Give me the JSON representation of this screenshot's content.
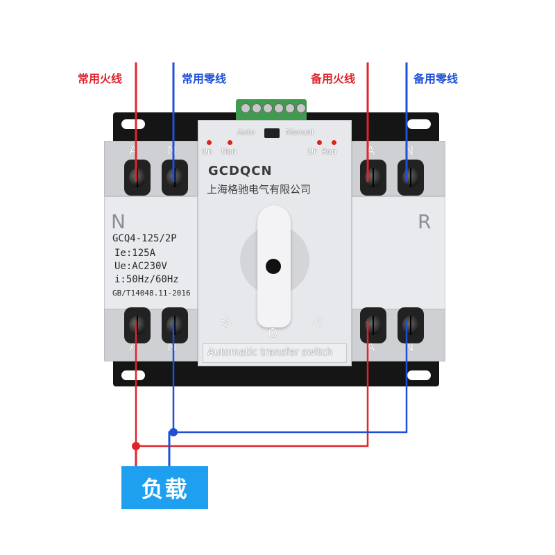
{
  "labels": {
    "main_live": "常用火线",
    "main_neutral": "常用零线",
    "backup_live": "备用火线",
    "backup_neutral": "备用零线",
    "load": "负载"
  },
  "device": {
    "brand": "GCDQCN",
    "company": "上海格驰电气有限公司",
    "side_n": "N",
    "side_r": "R",
    "spec_model": "GCQ4-125/2P",
    "spec_current": "Ie:125A",
    "spec_voltage": "Ue:AC230V",
    "spec_freq": "i:50Hz/60Hz",
    "spec_std": "GB/T14048.11-2016",
    "switch_auto": "Auto",
    "switch_manual": "Manual",
    "led_un": "Un",
    "led_non": "Non",
    "led_ur": "Ur",
    "led_ron": "Ron",
    "pos_n": "N",
    "pos_o": "O",
    "pos_r": "R",
    "strip_text": "Automatic transfer switch",
    "terminal_a": "A",
    "terminal_n": "N"
  },
  "colors": {
    "live_wire": "#e0242c",
    "neutral_wire": "#1f4fd8",
    "load_box": "#1e9ff0",
    "terminal_connector": "#3f9c4e"
  }
}
